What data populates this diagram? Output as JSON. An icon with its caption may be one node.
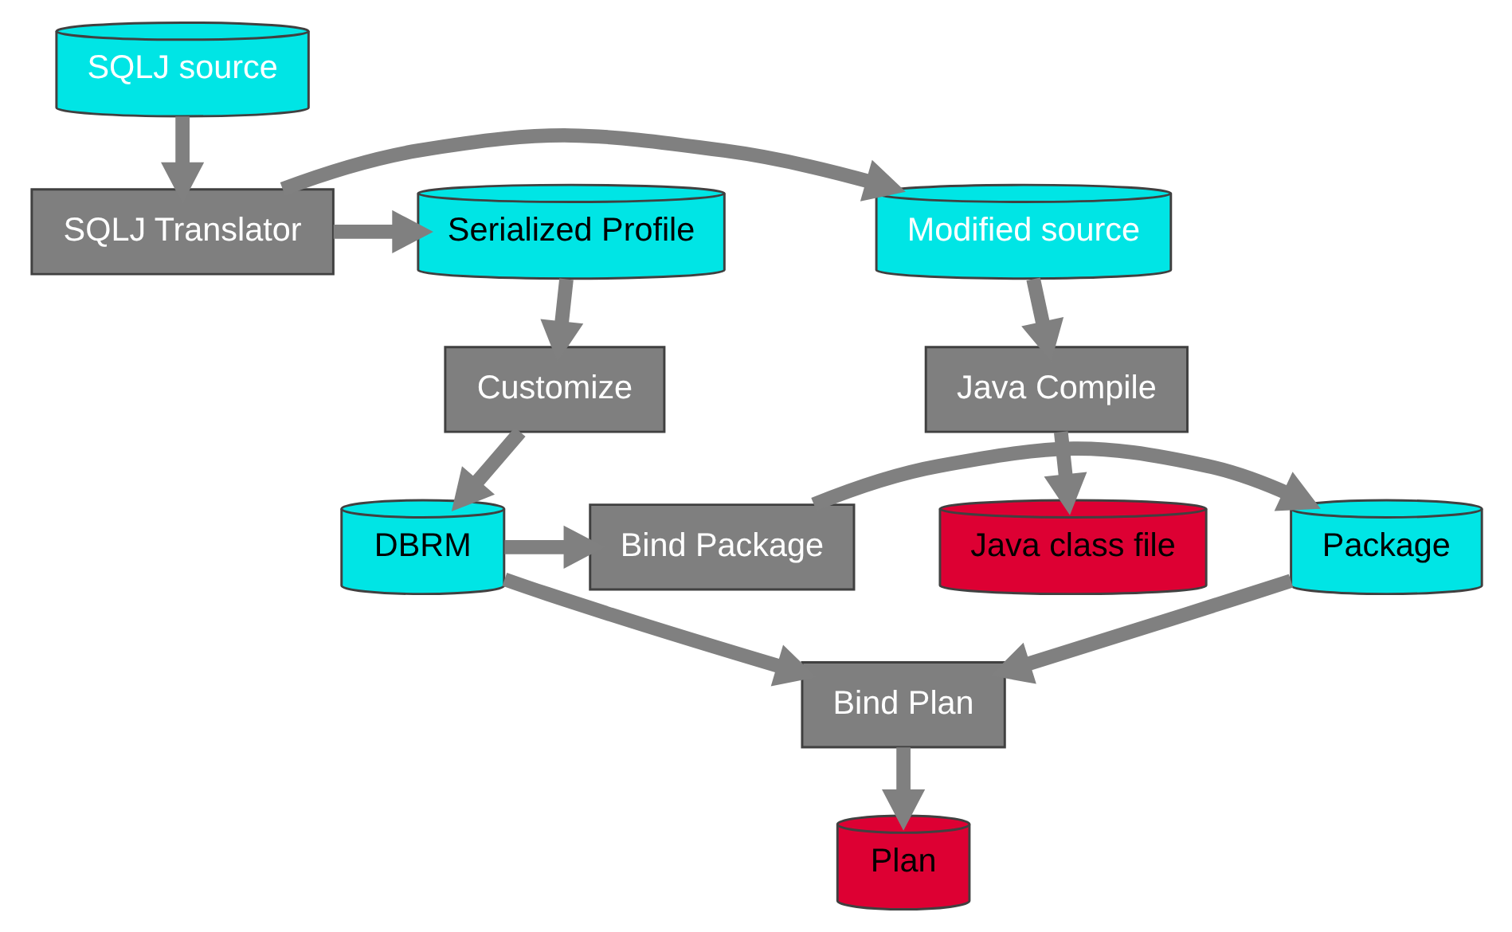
{
  "diagram": {
    "nodes": [
      {
        "text": [
          "SQLJ source"
        ]
      },
      {
        "text": [
          "SQLJ Translator"
        ]
      },
      {
        "text": [
          "Modified source"
        ]
      },
      {
        "text": [
          "Serialized Profile"
        ]
      },
      {
        "text": [
          "Java Compile"
        ]
      },
      {
        "text": [
          "Java class file"
        ]
      },
      {
        "text": [
          "Customize"
        ]
      },
      {
        "text": [
          "DBRM"
        ]
      },
      {
        "text": [
          "Bind Package"
        ]
      },
      {
        "text": [
          "Package"
        ]
      },
      {
        "text": [
          "Bind Plan"
        ]
      },
      {
        "text": [
          "Plan"
        ]
      }
    ],
    "edges": [
      {
        "from": 0,
        "to": 1,
        "arrow": "to"
      },
      {
        "from": 1,
        "to": 2,
        "arrow": "to"
      },
      {
        "from": 1,
        "to": 3,
        "arrow": "to"
      },
      {
        "from": 2,
        "to": 4,
        "arrow": "to"
      },
      {
        "from": 4,
        "to": 5,
        "arrow": "to"
      },
      {
        "from": 3,
        "to": 6,
        "arrow": "to"
      },
      {
        "from": 6,
        "to": 7,
        "arrow": "to"
      },
      {
        "from": 7,
        "to": 8,
        "arrow": "to"
      },
      {
        "from": 8,
        "to": 9,
        "arrow": "to"
      },
      {
        "from": 7,
        "to": 10,
        "arrow": "to"
      },
      {
        "from": 9,
        "to": 10,
        "arrow": "to"
      },
      {
        "from": 10,
        "to": 11,
        "arrow": "to"
      }
    ]
  }
}
